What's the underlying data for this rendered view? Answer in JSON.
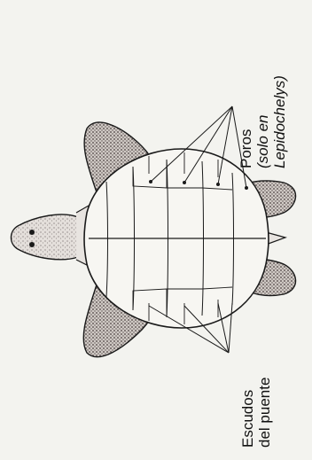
{
  "labels": {
    "top": {
      "line1": "Poros",
      "line2": "(solo en",
      "line3": "Lepidochelys)"
    },
    "bottom": {
      "line1": "Escudos",
      "line2": "del puente"
    }
  },
  "colors": {
    "background": "#f3f3ef",
    "ink": "#1a1a1a",
    "stipple": "#4a4040"
  }
}
